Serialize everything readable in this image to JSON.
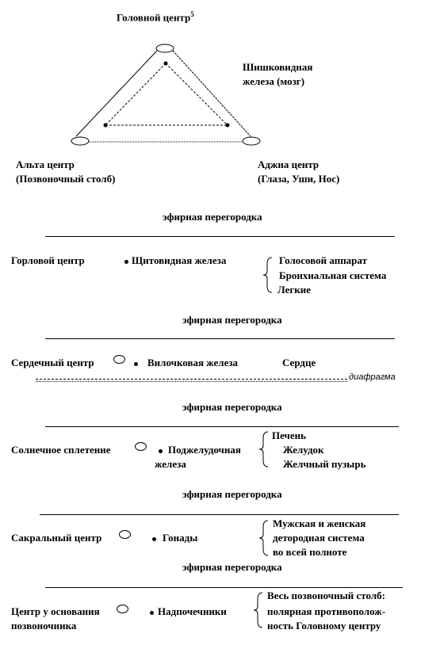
{
  "triangle": {
    "top_label": "Головной центр",
    "top_mark": "5",
    "side_label_line1": "Шишковидная",
    "side_label_line2": "железа (мозг)",
    "left_label_line1": "Альта центр",
    "left_label_line2": "(Позвоночный столб)",
    "right_label_line1": "Аджна центр",
    "right_label_line2": "(Глаза, Уши, Нос)"
  },
  "partition": "эфирная перегородка",
  "sections": {
    "throat": {
      "center": "Горловой центр",
      "gland": "Щитовидная железа",
      "organs": [
        "Голосовой аппарат",
        "Бронхиальная система",
        "Легкие"
      ]
    },
    "heart": {
      "center": "Сердечный центр",
      "gland": "Вилочковая железа",
      "organ": "Сердце",
      "diaphragm": "диафрагма"
    },
    "solar": {
      "center": "Солнечное сплетение",
      "gland_line1": "Поджелудочная",
      "gland_line2": "железа",
      "organs": [
        "Печень",
        "Желудок",
        "Желчный пузырь"
      ]
    },
    "sacral": {
      "center": "Сакральный центр",
      "gland": "Гонады",
      "organs": [
        "Мужская и женская",
        "детородная система",
        "во всей полноте"
      ]
    },
    "base": {
      "center_line1": "Центр у основания",
      "center_line2": "позвоночника",
      "gland": "Надпочечники",
      "organs": [
        "Весь позвоночный столб:",
        "полярная противополож-",
        "ность Головному центру"
      ]
    }
  }
}
